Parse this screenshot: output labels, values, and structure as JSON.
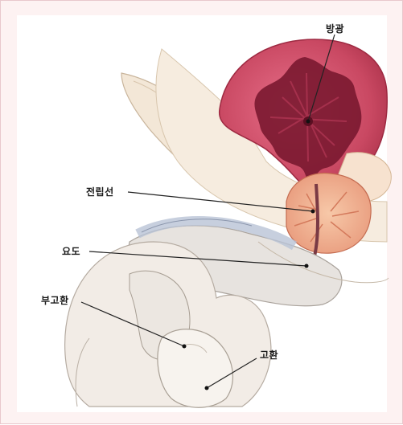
{
  "figure": {
    "labels": {
      "bladder": "방광",
      "prostate": "전립선",
      "urethra": "요도",
      "epididymis": "부고환",
      "testis": "고환"
    }
  }
}
